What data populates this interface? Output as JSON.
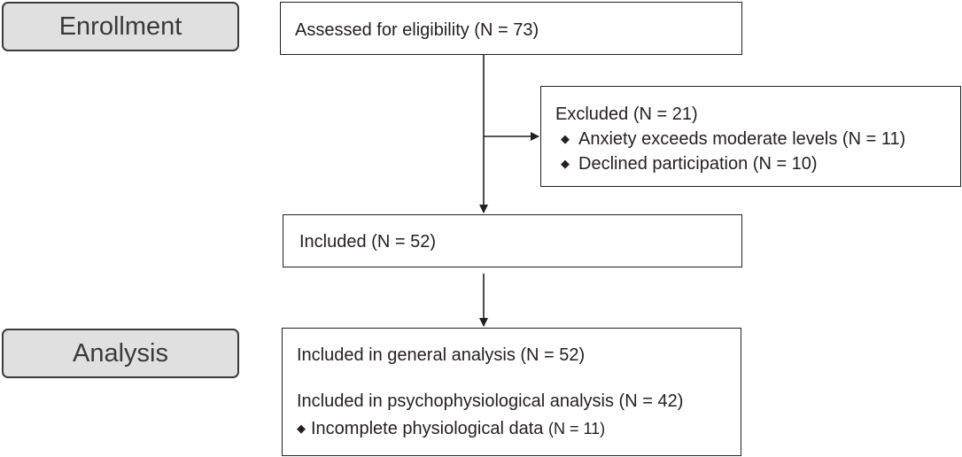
{
  "stages": {
    "enrollment": "Enrollment",
    "analysis": "Analysis"
  },
  "boxes": {
    "assessed": "Assessed for eligibility (N = 73)",
    "excluded": {
      "title": "Excluded (N = 21)",
      "bullet_symbol": "◆",
      "items": [
        "Anxiety exceeds moderate levels (N = 11)",
        "Declined participation (N = 10)"
      ]
    },
    "included": "Included (N = 52)",
    "analysis": {
      "general": "Included in general analysis (N = 52)",
      "psycho": "Included in psychophysiological analysis (N = 42)",
      "bullet_symbol": "◆",
      "incomplete_text": "Incomplete physiological data",
      "incomplete_n": "(N = 11)"
    }
  },
  "colors": {
    "stroke": "#231f20",
    "stage_fill": "#e0e0e0",
    "stage_border": "#3a3a3a"
  }
}
